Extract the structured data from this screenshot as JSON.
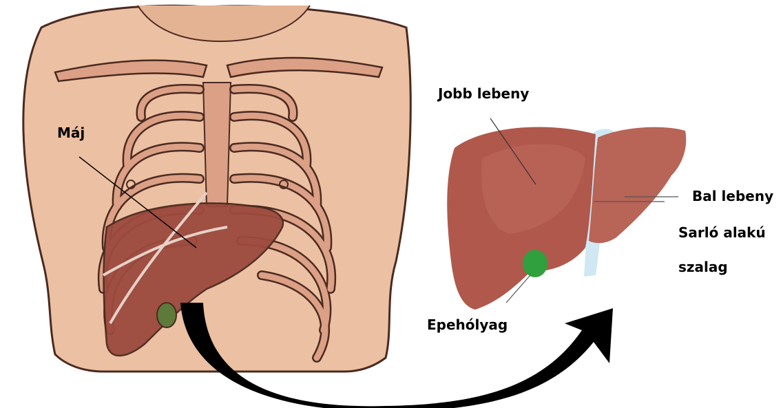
{
  "labels": {
    "liver": "Máj",
    "right_lobe": "Jobb lebeny",
    "left_lobe": "Bal lebeny",
    "ligament_line1": "Sarló alakú",
    "ligament_line2": "szalag",
    "gallbladder": "Epehólyag"
  },
  "colors": {
    "skin": "#e9b99a",
    "rib": "#d9a085",
    "outline": "#4a2a20",
    "liver": "#b05a4e",
    "liver_dark": "#8e3f35",
    "gallbladder": "#3aa34a",
    "ligament": "#cfe8f3",
    "arrow": "#000000"
  }
}
